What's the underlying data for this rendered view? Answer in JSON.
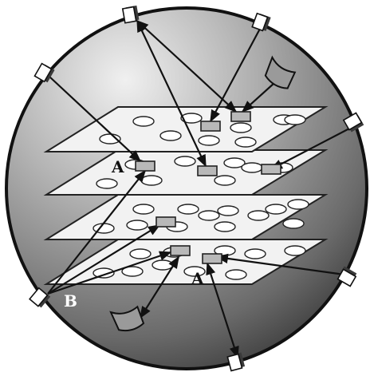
{
  "labels": {
    "a_upper": "A",
    "a_lower": "A",
    "b": "B"
  },
  "colors": {
    "sphere_light": "#ececec",
    "sphere_mid": "#8a8a8a",
    "sphere_dark": "#2e2e2e",
    "sphere_outline": "#111111",
    "layer_fill": "#f2f2f2",
    "layer_outline": "#222222",
    "hole_fill": "#ffffff",
    "node_fill": "#b8b8b8",
    "node_outline": "#222222",
    "port_fill": "#ffffff",
    "port_outline": "#111111",
    "arrow": "#111111",
    "dish_fill": "#9a9a9a"
  },
  "structure": {
    "layer_count": 4,
    "boundary_port_count": 7,
    "dish_count": 2
  }
}
